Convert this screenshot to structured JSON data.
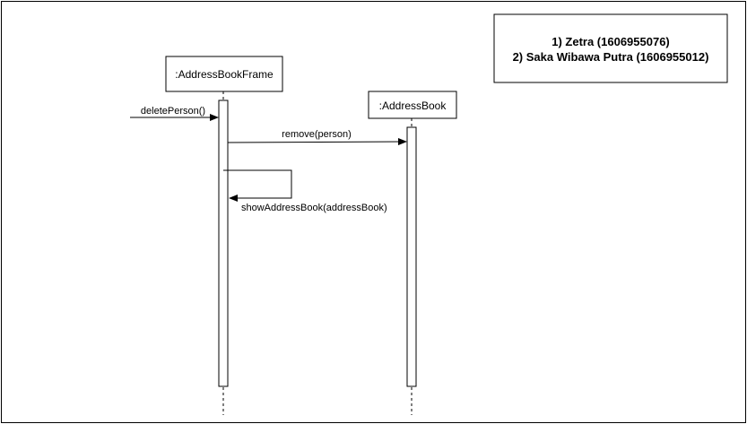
{
  "diagram": {
    "lifelines": [
      {
        "name": ":AddressBookFrame"
      },
      {
        "name": ":AddressBook"
      }
    ],
    "messages": [
      {
        "label": "deletePerson()"
      },
      {
        "label": "remove(person)"
      },
      {
        "label": "showAddressBook(addressBook)"
      }
    ],
    "note": {
      "line1": "1) Zetra (1606955076)",
      "line2": "2) Saka Wibawa Putra (1606955012)"
    }
  }
}
